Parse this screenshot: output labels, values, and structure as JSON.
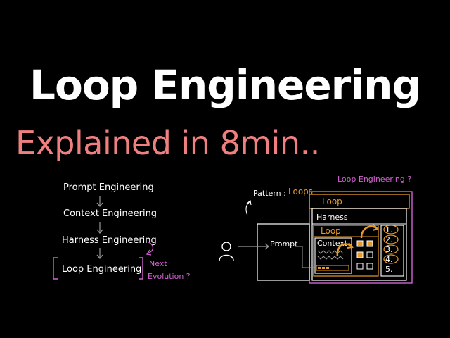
{
  "title": "Loop Engineering",
  "subtitle": "Explained in 8min..",
  "left_diagram": {
    "steps": [
      "Prompt Engineering",
      "Context Engineering",
      "Harness Engineering",
      "Loop Engineering"
    ],
    "note_line1": "Next",
    "note_line2": "Evolution ?"
  },
  "right_diagram": {
    "pattern_label": "Pattern :",
    "pattern_value": "Loops",
    "outer_label": "Loop Engineering ?",
    "loop_label": "Loop",
    "harness_label": "Harness",
    "inner_loop_label": "Loop",
    "context_label": "Context",
    "prompt_label": "Prompt",
    "numbers": [
      "1.",
      "2.",
      "3.",
      "4.",
      "5."
    ]
  },
  "colors": {
    "background": "#000000",
    "title": "#ffffff",
    "subtitle": "#f08080",
    "orange": "#e89a2a",
    "pink": "#d462d4",
    "gray": "#9a9a9a"
  }
}
